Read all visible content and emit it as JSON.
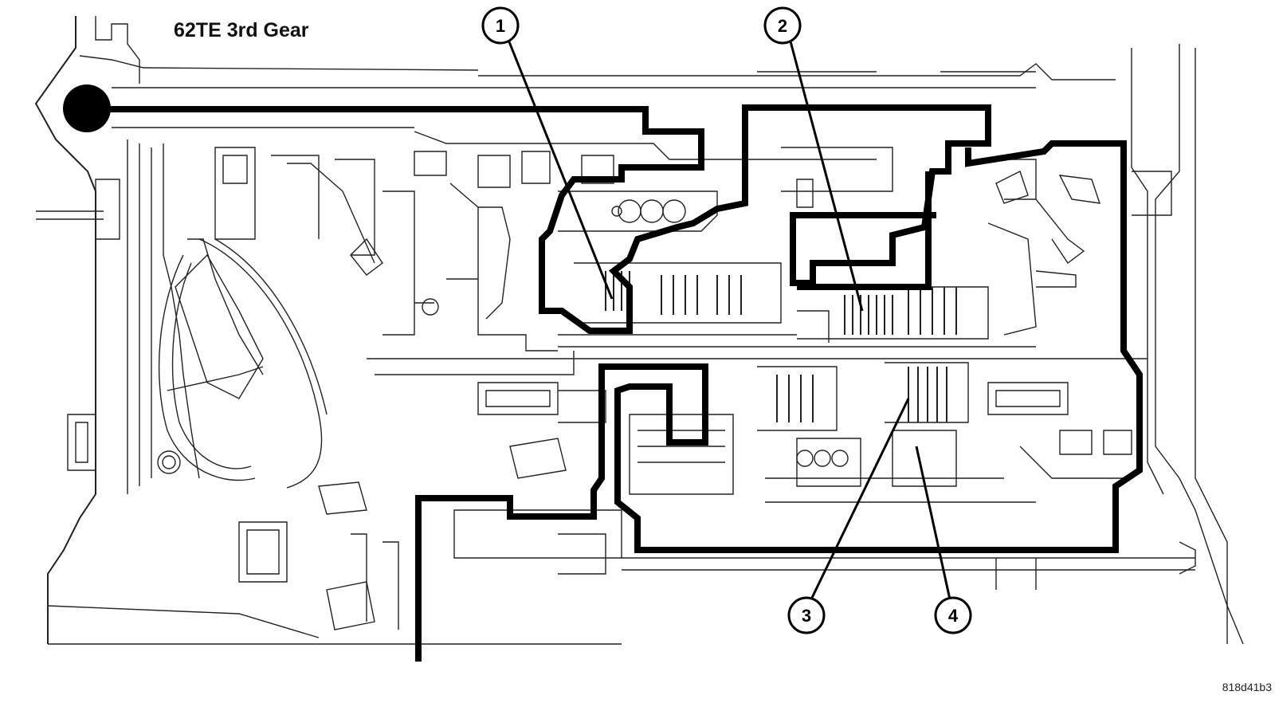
{
  "title": "62TE 3rd Gear",
  "figure_id": "818d41b3",
  "callouts": [
    {
      "label": "1"
    },
    {
      "label": "2"
    },
    {
      "label": "3"
    },
    {
      "label": "4"
    }
  ]
}
